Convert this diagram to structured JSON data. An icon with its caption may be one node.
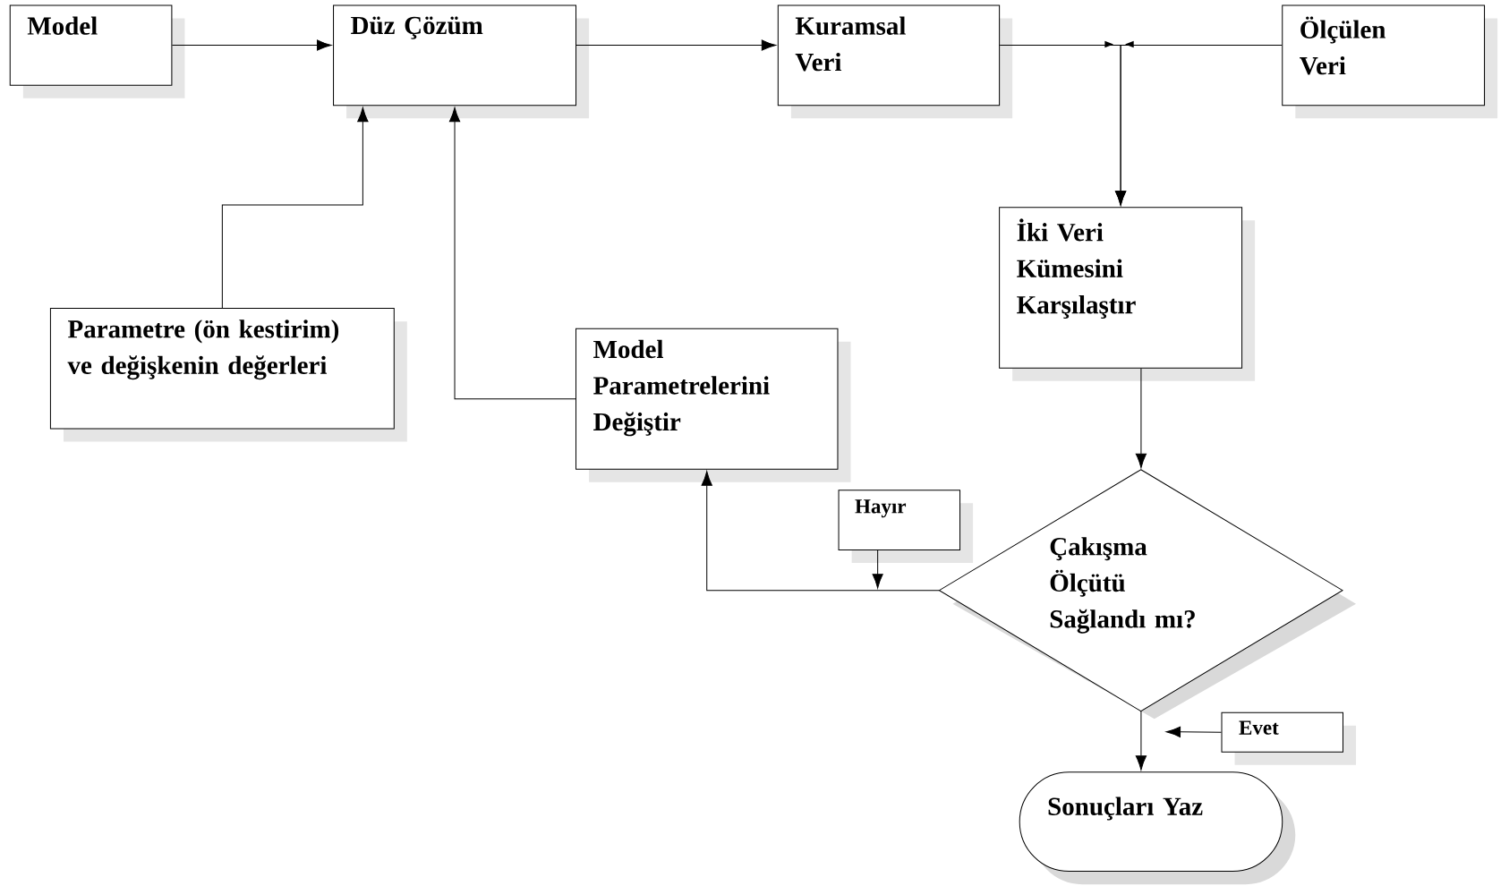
{
  "diagram": {
    "nodes": [
      {
        "text": [
          "Model"
        ]
      },
      {
        "text": [
          "Düz Çözüm"
        ]
      },
      {
        "text": [
          "Kuramsal Veri"
        ]
      },
      {
        "text": [
          "Ölçülen Veri"
        ]
      },
      {
        "text": [
          "Parametre (ön kestirim) ve değişkenin değerleri"
        ]
      },
      {
        "text": [
          "Model Parametrelerini Değiştir"
        ]
      },
      {
        "text": [
          "İki Veri Kümesini Karşılaştır"
        ]
      },
      {
        "text": [
          "Hayır"
        ]
      },
      {
        "text": [
          "Çakışma Ölçütü Sağlandı mı?"
        ]
      },
      {
        "text": [
          "Evet"
        ]
      },
      {
        "text": [
          "Sonuçları Yaz"
        ]
      }
    ],
    "edges": [
      {
        "from": 0,
        "to": 1,
        "arrow": "to"
      },
      {
        "from": 1,
        "to": 2,
        "arrow": "to"
      },
      {
        "from": 2,
        "to": 6,
        "arrow": "to"
      },
      {
        "from": 3,
        "to": 6,
        "arrow": "to"
      },
      {
        "from": 4,
        "to": 1,
        "arrow": "to"
      },
      {
        "from": 5,
        "to": 1,
        "arrow": "to"
      },
      {
        "from": 6,
        "to": 8,
        "arrow": "to"
      },
      {
        "from": 8,
        "to": 5,
        "arrow": "to"
      },
      {
        "from": 7,
        "to": null,
        "arrow": "to"
      },
      {
        "from": 9,
        "to": null,
        "arrow": "to"
      },
      {
        "from": 8,
        "to": 10,
        "arrow": "to"
      }
    ]
  }
}
